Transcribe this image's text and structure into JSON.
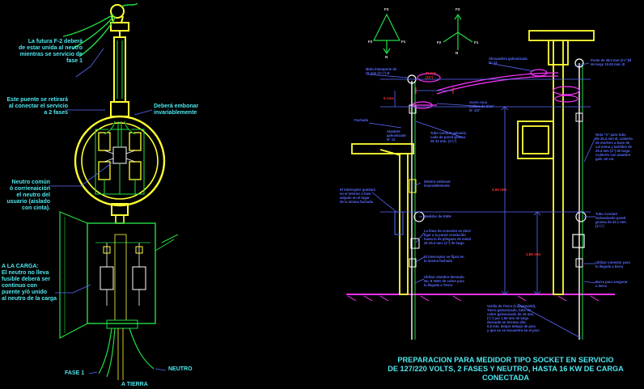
{
  "left_notes": {
    "future_f2": "La futura F-2 deberá\nde estar unida al neutro\nmientras se servicio de\nfase 1",
    "bridge": "Este puente se retirará\nal conectar el servicio\na 2 fases",
    "embed": "Deberá embonar\ninvariablemente",
    "neutral_common": "Neutro común\nó corrienaición\nel neutro del\nusuario (aislado\ncon cinta).",
    "to_load": "A LA CARGA:\nEl neutro no lleva\nfusible deberá ser\ncontinuo con\npuente y/ó unido\nal neutro de la carga",
    "phase1": "FASE 1",
    "neutro": "NEUTRO",
    "ground": "A TIERRA"
  },
  "phasors": {
    "left": {
      "top": "F3",
      "left": "F2",
      "right": "F1",
      "bottom": "N"
    },
    "right": {
      "top": "F3",
      "left": "F2",
      "right": "F1",
      "bottom": "N"
    }
  },
  "right_notes": {
    "mufa": "Mufa intemperie de\n32 mm (1¼\") Ø",
    "dim_30": "30 mm\n(12\")",
    "dim_5": "5 cms",
    "abraz": "Abrazadera galvanizada\nN° 12",
    "poste": "Poste de 38.2 mm (1½\")Ø\nde largo 10.00 mm. Ø",
    "acero": "Acero roca\ncalibre de 3/16\"\nN° 1/4\"",
    "fachada": "Fachada",
    "alambre_galv": "Alambre\ngalvanizado\nN° 12",
    "tubo_conduit": "Tubo conduit galvaniz.\ncada de pared gruesa\nde 32 mm. (1¼\")",
    "nota_ficha": "Nota \"A\" para tubo\nde 25.4 mm Ø, cubierta\nde mortero a base de\ncal arena y ladrillos de\n25.4 mm (1\") de largo.\nCubierto con alambre\ngalv. 40 cm.",
    "interruptor": "El interruptor quedará\nen el interior ó bien\nalojado en el lugar\nde la misma fachada",
    "deberia": "Deberá embonar\ninvariablemente",
    "medidor": "Medidor de KWH",
    "linea_tierra": "La línea de conexión es decir\nligar a la pared conducida\nhasta la de pliegues de metal\nde 25.4 mm. (1\") de largo",
    "interruptor2": "El interruptor se fijará en\nla misma fachada",
    "utilizar": "Utilizar alambre desnudo\nNo. 8 AWG de cobre para\nla llegada a Tierra",
    "dim_450": "4.50 mts",
    "dim_180": "1.80 mts",
    "tubo_conduit2": "Tubo Conduit\nGalvanizado pared\ngruesa de 32.1 mm.\n(1¼\")",
    "utilizar2": "Utilizar conector para\nla llegada a tierra",
    "barra": "Barra para asegurar\na tierra",
    "varilla": "Varilla de Tierra (Copperweld),\nTierra galvanizado, tubo de\ncobre galvanizado de 18 mm.\n(¾\") por 1.50 mts de largo\ndesnudo en terreno alto.\n0.8 mm. de/por debajo de piso\ny que no se encuentre en el piso"
  },
  "title": {
    "line1": "PREPARACION PARA MEDIDOR TIPO SOCKET EN SERVICIO",
    "line2": "DE 127/220 VOLTS, 2 FASES Y NEUTRO, HASTA 16 KW DE CARGA",
    "line3": "CONECTADA"
  }
}
